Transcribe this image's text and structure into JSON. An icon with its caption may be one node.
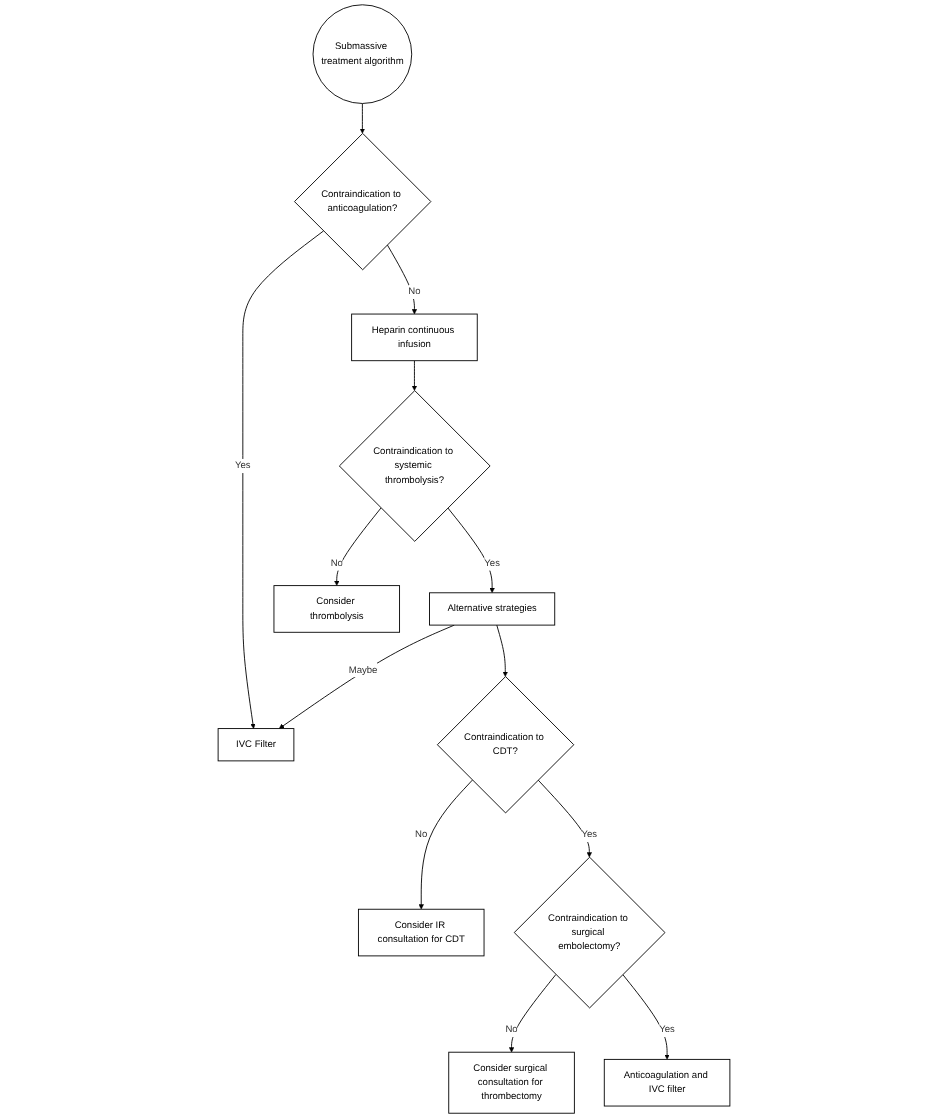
{
  "diagram": {
    "nodes": [
      {
        "text": [
          "Submassive treatment algorithm"
        ]
      },
      {
        "text": [
          "Contraindication to anticoagulation?"
        ]
      },
      {
        "text": [
          "Heparin continuous infusion"
        ]
      },
      {
        "text": [
          "IVC Filter"
        ]
      },
      {
        "text": [
          "Alternative strategies"
        ]
      },
      {
        "text": [
          "Contraindication to systemic thrombolysis?"
        ]
      },
      {
        "text": [
          "Consider IR consultation for CDT"
        ]
      },
      {
        "text": [
          "Contraindication to CDT?"
        ]
      },
      {
        "text": [
          "Consider thrombolysis"
        ]
      },
      {
        "text": [
          "Consider surgical consultation for thrombectomy"
        ]
      },
      {
        "text": [
          "Contraindication to surgical embolectomy?"
        ]
      },
      {
        "text": [
          "Anticoagulation and IVC filter"
        ]
      }
    ],
    "edges": [
      {
        "from": 0,
        "to": 1,
        "arrow": "to"
      },
      {
        "from": 1,
        "to": 2,
        "arrow": "to",
        "label": "No"
      },
      {
        "from": 1,
        "to": 3,
        "arrow": "to",
        "label": "Yes"
      },
      {
        "from": 2,
        "to": 5,
        "arrow": "to"
      },
      {
        "from": 5,
        "to": 4,
        "arrow": "to",
        "label": "Yes"
      },
      {
        "from": 4,
        "to": 3,
        "arrow": "to",
        "label": "Maybe"
      },
      {
        "from": 5,
        "to": 8,
        "arrow": "to",
        "label": "No"
      },
      {
        "from": 4,
        "to": 7,
        "arrow": "to"
      },
      {
        "from": 7,
        "to": 6,
        "arrow": "to",
        "label": "No"
      },
      {
        "from": 7,
        "to": 10,
        "arrow": "to",
        "label": "Yes"
      },
      {
        "from": 10,
        "to": 9,
        "arrow": "to",
        "label": "No"
      },
      {
        "from": 10,
        "to": 11,
        "arrow": "to",
        "label": "Yes"
      }
    ]
  }
}
